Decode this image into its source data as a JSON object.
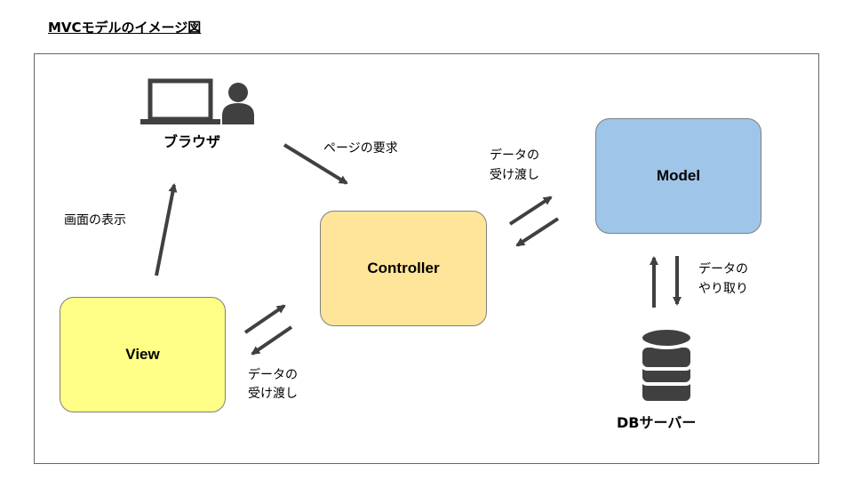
{
  "title": "MVCモデルのイメージ図",
  "nodes": {
    "browser": "ブラウザ",
    "view": "View",
    "controller": "Controller",
    "model": "Model",
    "db": "DBサーバー"
  },
  "edges": {
    "page_request": "ページの要求",
    "display_screen": "画面の表示",
    "view_controller_line1": "データの",
    "view_controller_line2": "受け渡し",
    "controller_model_line1": "データの",
    "controller_model_line2": "受け渡し",
    "model_db_line1": "データの",
    "model_db_line2": "やり取り"
  },
  "icons": [
    "laptop-icon",
    "user-icon",
    "database-icon"
  ],
  "colors": {
    "view": "#ffff88",
    "controller": "#ffe599",
    "model": "#9fc5e8",
    "icon": "#404040",
    "arrow": "#404040"
  }
}
